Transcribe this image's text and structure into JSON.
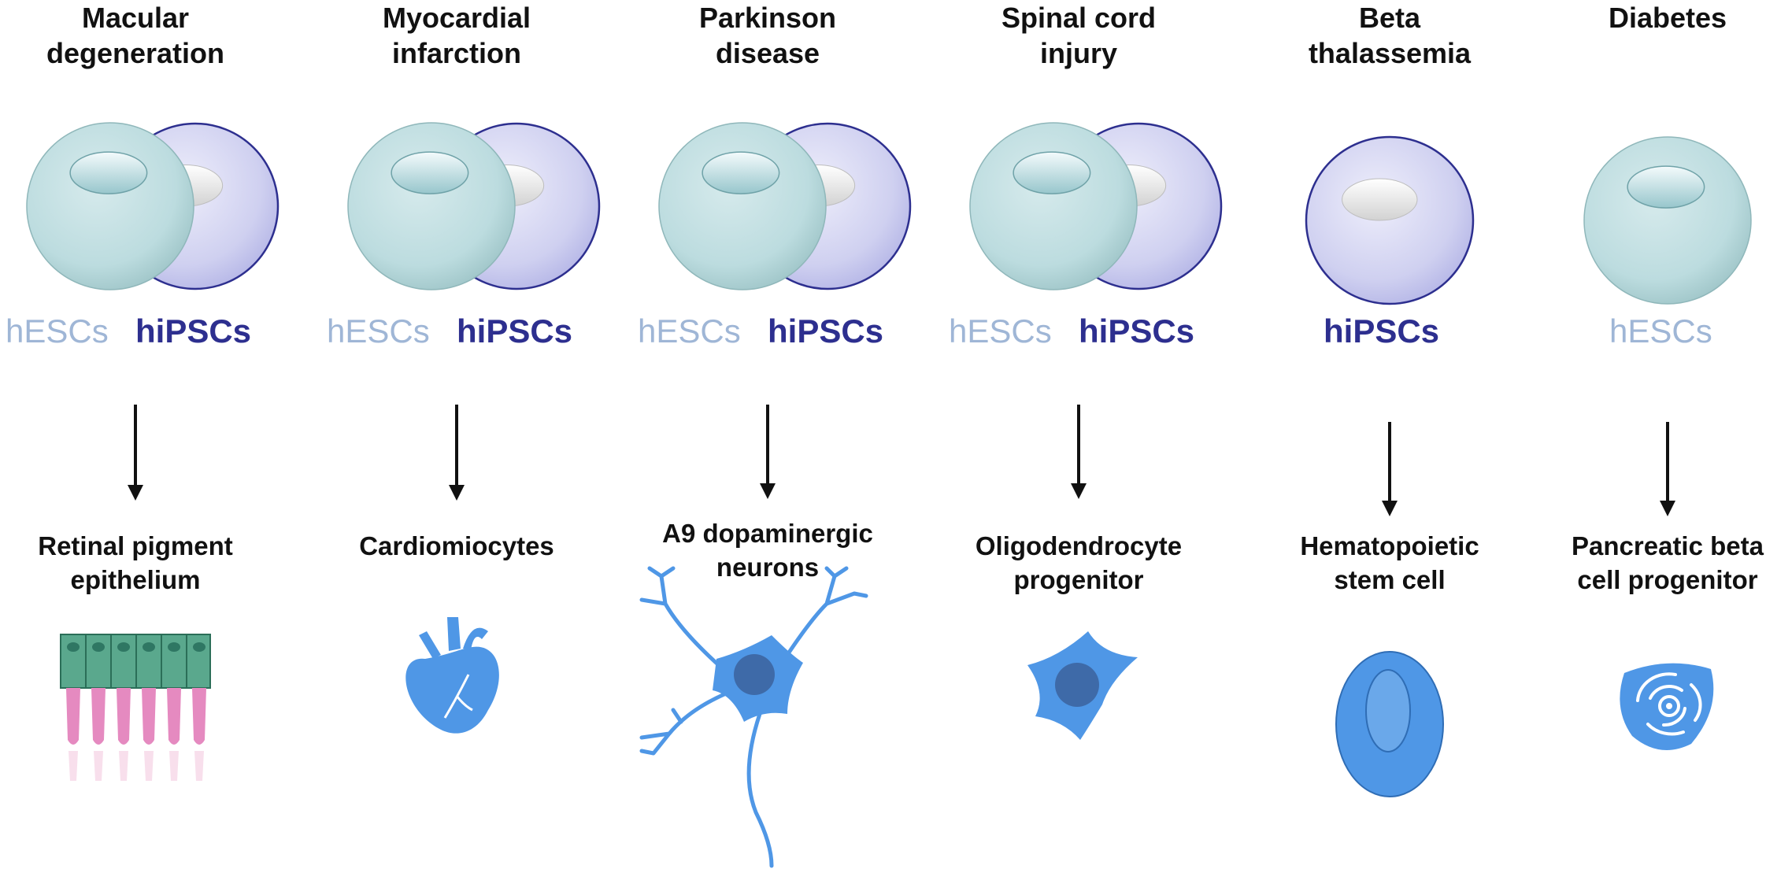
{
  "diagram": {
    "columns": [
      {
        "disease": "Macular degeneration",
        "disease_lines": [
          "Macular",
          "degeneration"
        ],
        "sources": [
          "hESCs",
          "hiPSCs"
        ],
        "target": "Retinal pigment epithelium",
        "target_lines": [
          "Retinal pigment",
          "epithelium"
        ],
        "icon": "retinal-epithelium-icon"
      },
      {
        "disease": "Myocardial infarction",
        "disease_lines": [
          "Myocardial",
          "infarction"
        ],
        "sources": [
          "hESCs",
          "hiPSCs"
        ],
        "target": "Cardiomiocytes",
        "target_lines": [
          "Cardiomiocytes"
        ],
        "icon": "heart-icon"
      },
      {
        "disease": "Parkinson disease",
        "disease_lines": [
          "Parkinson",
          "disease"
        ],
        "sources": [
          "hESCs",
          "hiPSCs"
        ],
        "target": "A9 dopaminergic neurons",
        "target_lines": [
          "A9 dopaminergic",
          "neurons"
        ],
        "icon": "neuron-icon"
      },
      {
        "disease": "Spinal cord injury",
        "disease_lines": [
          "Spinal cord",
          "injury"
        ],
        "sources": [
          "hESCs",
          "hiPSCs"
        ],
        "target": "Oligodendrocyte progenitor",
        "target_lines": [
          "Oligodendrocyte",
          "progenitor"
        ],
        "icon": "oligodendrocyte-icon"
      },
      {
        "disease": "Beta thalassemia",
        "disease_lines": [
          "Beta",
          "thalassemia"
        ],
        "sources": [
          "hiPSCs"
        ],
        "target": "Hematopoietic stem cell",
        "target_lines": [
          "Hematopoietic",
          "stem cell"
        ],
        "icon": "stem-cell-icon"
      },
      {
        "disease": "Diabetes",
        "disease_lines": [
          "Diabetes"
        ],
        "sources": [
          "hESCs"
        ],
        "target": "Pancreatic beta cell progenitor",
        "target_lines": [
          "Pancreatic beta",
          "cell progenitor"
        ],
        "icon": "beta-cell-icon"
      }
    ],
    "colors": {
      "hesc_cell": "#bcdcdf",
      "hipsc_cell": "#cfd0f0",
      "hipsc_outline": "#2d2f8f",
      "hesc_text": "#9fb6d6",
      "hipsc_text": "#2d2f8f",
      "arrow": "#111111",
      "icon_blue": "#4f97e6",
      "icon_dark": "#3e6aa8",
      "epithelium_green": "#5aa88d",
      "epithelium_pink": "#e58ac0"
    }
  }
}
